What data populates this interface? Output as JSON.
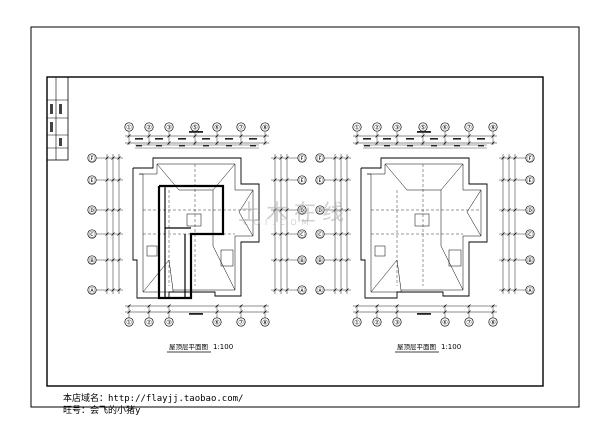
{
  "drawings": {
    "left": {
      "title": "屋顶层平面图",
      "scale": "1:100",
      "top_axes": [
        "①",
        "②",
        "③",
        "⑤",
        "⑥",
        "⑦",
        "⑧"
      ],
      "bottom_axes": [
        "①",
        "②",
        "③",
        "⑥",
        "⑦",
        "⑧"
      ],
      "left_axes": [
        "Ⓕ",
        "Ⓔ",
        "Ⓓ",
        "Ⓒ",
        "Ⓑ",
        "Ⓐ"
      ],
      "right_axes": [
        "Ⓕ",
        "Ⓔ",
        "Ⓓ",
        "Ⓒ",
        "Ⓑ",
        "Ⓐ"
      ]
    },
    "right": {
      "title": "屋顶层平面图",
      "scale": "1:100",
      "top_axes": [
        "①",
        "②",
        "③",
        "⑤",
        "⑥",
        "⑦",
        "⑧"
      ],
      "bottom_axes": [
        "①",
        "②",
        "③",
        "⑥",
        "⑦",
        "⑧"
      ],
      "left_axes": [
        "Ⓕ",
        "Ⓔ",
        "Ⓓ",
        "Ⓒ",
        "Ⓑ",
        "Ⓐ"
      ],
      "right_axes": [
        "Ⓕ",
        "Ⓔ",
        "Ⓓ",
        "Ⓒ",
        "Ⓑ",
        "Ⓐ"
      ]
    }
  },
  "watermark": {
    "text": "土木在线",
    "sub": "COI.COM"
  },
  "footer": {
    "shop_domain": "本店域名：http://flayjj.taobao.com/",
    "wangwang": "旺号：会飞的小猪y"
  }
}
